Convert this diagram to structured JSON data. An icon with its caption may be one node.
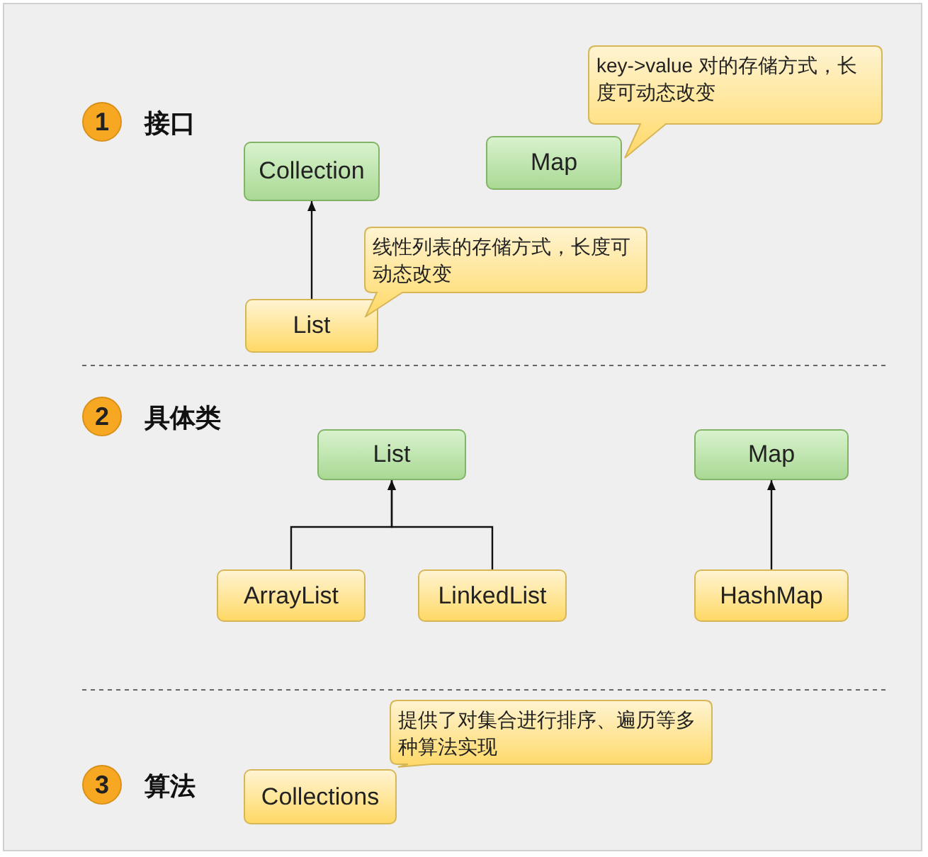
{
  "diagram": {
    "nodes": [
      {
        "text": [
          "1"
        ],
        "beside": [
          "接口"
        ]
      },
      {
        "text": [
          "Collection"
        ]
      },
      {
        "text": [
          "Map"
        ]
      },
      {
        "text": [
          "key->value 对的存储方式，长度可动态改变"
        ]
      },
      {
        "text": [
          "List"
        ]
      },
      {
        "text": [
          "线性列表的存储方式，长度可动态改变"
        ]
      },
      {
        "text": [
          "2"
        ],
        "beside": [
          "具体类"
        ]
      },
      {
        "text": [
          "List"
        ]
      },
      {
        "text": [
          "Map"
        ]
      },
      {
        "text": [
          "ArrayList"
        ]
      },
      {
        "text": [
          "LinkedList"
        ]
      },
      {
        "text": [
          "HashMap"
        ]
      },
      {
        "text": [
          "3"
        ],
        "beside": [
          "算法"
        ]
      },
      {
        "text": [
          "提供了对集合进行排序、遍历等多种算法实现"
        ]
      },
      {
        "text": [
          "Collections"
        ]
      }
    ],
    "edges": [
      {
        "from": 4,
        "to": 1,
        "arrow": "to"
      },
      {
        "from": 9,
        "to": 7,
        "arrow": "to"
      },
      {
        "from": 10,
        "to": 7,
        "arrow": "to"
      },
      {
        "from": 11,
        "to": 8,
        "arrow": "to"
      }
    ]
  }
}
